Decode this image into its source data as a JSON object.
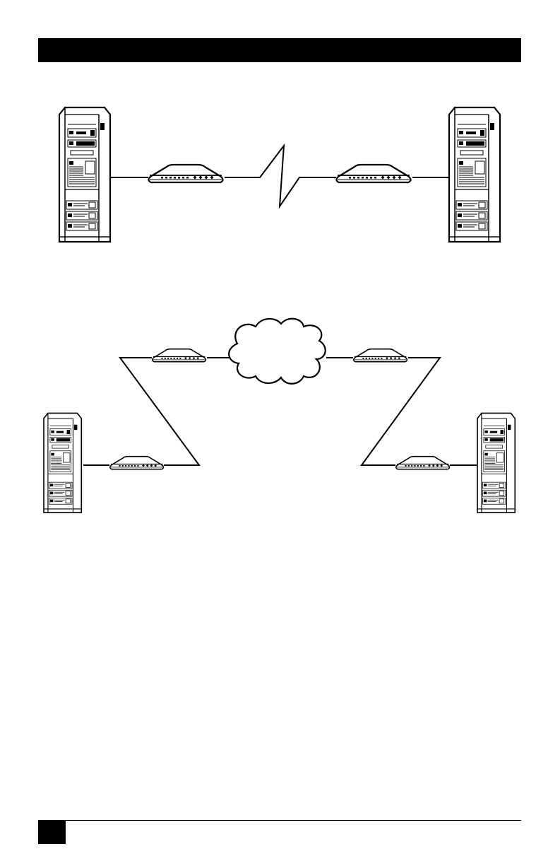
{
  "page": {
    "colors": {
      "ink": "#000000",
      "paper": "#ffffff"
    }
  },
  "diagram_top": {
    "nodes": [
      {
        "id": "server-left",
        "kind": "server-tower-icon"
      },
      {
        "id": "modem-left",
        "kind": "modem-icon"
      },
      {
        "id": "leased-line",
        "kind": "lightning-link-icon"
      },
      {
        "id": "modem-right",
        "kind": "modem-icon"
      },
      {
        "id": "server-right",
        "kind": "server-tower-icon"
      }
    ]
  },
  "diagram_bottom": {
    "nodes": [
      {
        "id": "server-left",
        "kind": "server-tower-icon"
      },
      {
        "id": "modem-left-low",
        "kind": "modem-icon"
      },
      {
        "id": "modem-left-high",
        "kind": "modem-icon"
      },
      {
        "id": "network-cloud",
        "kind": "cloud-icon"
      },
      {
        "id": "modem-right-high",
        "kind": "modem-icon"
      },
      {
        "id": "modem-right-low",
        "kind": "modem-icon"
      },
      {
        "id": "server-right",
        "kind": "server-tower-icon"
      }
    ]
  }
}
